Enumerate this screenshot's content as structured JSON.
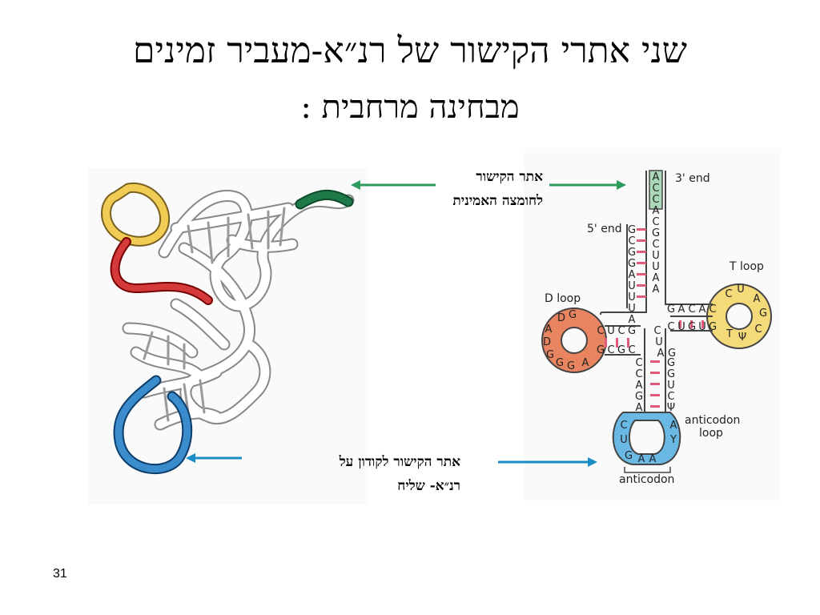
{
  "slide": {
    "title_line1": "שני אתרי הקישור של רנ״א-מעביר זמינים",
    "title_line2": "מבחינה מרחבית :",
    "page_number": "31"
  },
  "labels": {
    "amino_acid_site_line1": "אתר הקישור",
    "amino_acid_site_line2": "לחומצה האמינית",
    "codon_site_line1": "אתר הקישור לקודון על",
    "codon_site_line2": "רנ״א- שליח"
  },
  "trna_diagram": {
    "three_end": "3' end",
    "five_end": "5' end",
    "d_loop": "D loop",
    "t_loop": "T loop",
    "anticodon_loop_line1": "anticodon",
    "anticodon_loop_line2": "loop",
    "anticodon": "anticodon",
    "acceptor_3_bases": [
      "A",
      "C",
      "C",
      "A",
      "C",
      "G",
      "C",
      "U",
      "U",
      "A",
      "A"
    ],
    "acceptor_5_bases": [
      "G",
      "C",
      "G",
      "G",
      "A",
      "U",
      "U",
      "U",
      "A"
    ],
    "d_stem_top": [
      "C",
      "U",
      "C",
      "G"
    ],
    "d_stem_bottom": [
      "G",
      "C",
      "G",
      "C"
    ],
    "d_loop_bases": [
      "D",
      "G",
      "A",
      "D",
      "G",
      "G",
      "G",
      "A"
    ],
    "t_stem_top": [
      "G",
      "A",
      "C",
      "A",
      "C"
    ],
    "t_stem_bottom": [
      "C",
      "U",
      "G",
      "U",
      "G"
    ],
    "t_loop_bases": [
      "C",
      "U",
      "A",
      "G",
      "C",
      "Ψ",
      "T"
    ],
    "ac_stem_left": [
      "C",
      "C",
      "A",
      "G",
      "A"
    ],
    "ac_stem_right": [
      "G",
      "G",
      "U",
      "C",
      "Ψ"
    ],
    "ac_loop_bases": [
      "C",
      "U",
      "G",
      "A",
      "A",
      "Y",
      "A"
    ],
    "variable_bases": [
      "C",
      "U",
      "A",
      "G"
    ],
    "colors": {
      "acceptor": "#a8d8b8",
      "d_loop": "#e8845f",
      "t_loop": "#f5da7a",
      "anticodon": "#6ab8e4",
      "pairs": "#e05a7a"
    }
  },
  "arrows": {
    "green": "#2e9a5e",
    "blue": "#1a8ec4"
  }
}
